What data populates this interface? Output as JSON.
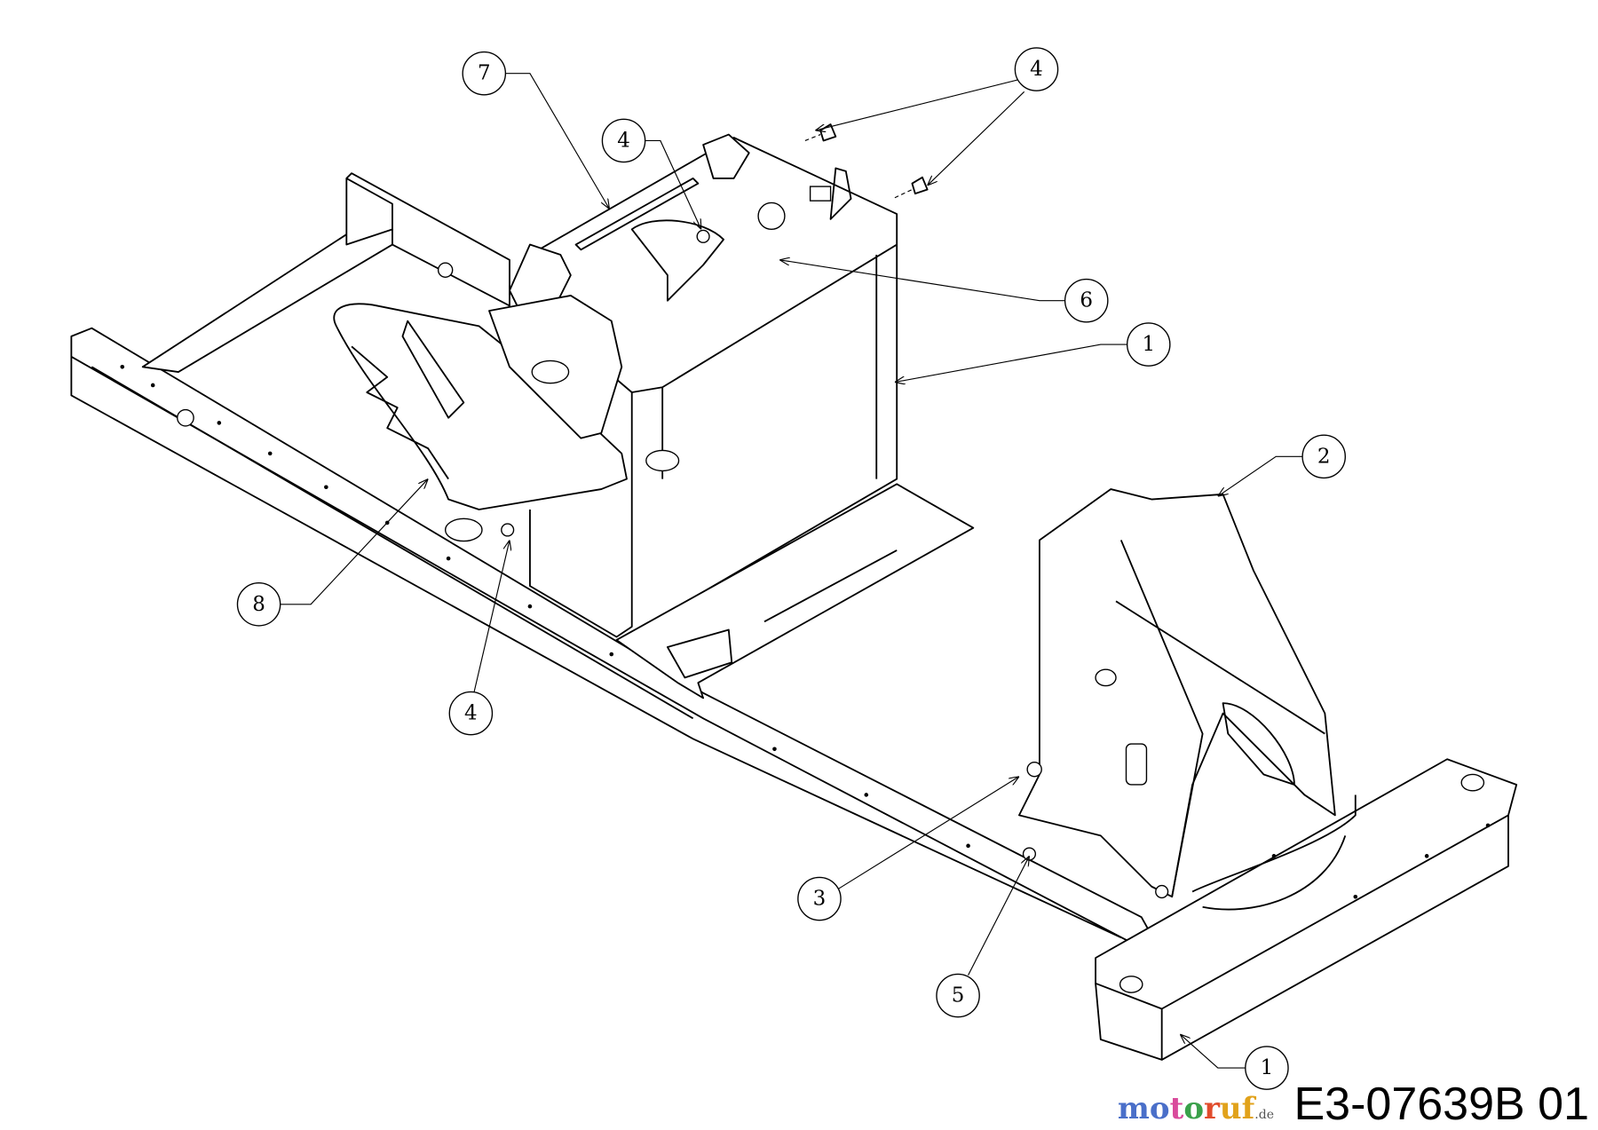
{
  "diagram": {
    "drawing_number": "E3-07639B 01",
    "watermark": "motoruf.de",
    "callouts": [
      {
        "label": "7"
      },
      {
        "label": "4"
      },
      {
        "label": "4"
      },
      {
        "label": "6"
      },
      {
        "label": "1"
      },
      {
        "label": "2"
      },
      {
        "label": "8"
      },
      {
        "label": "4"
      },
      {
        "label": "3"
      },
      {
        "label": "5"
      },
      {
        "label": "1"
      }
    ]
  }
}
